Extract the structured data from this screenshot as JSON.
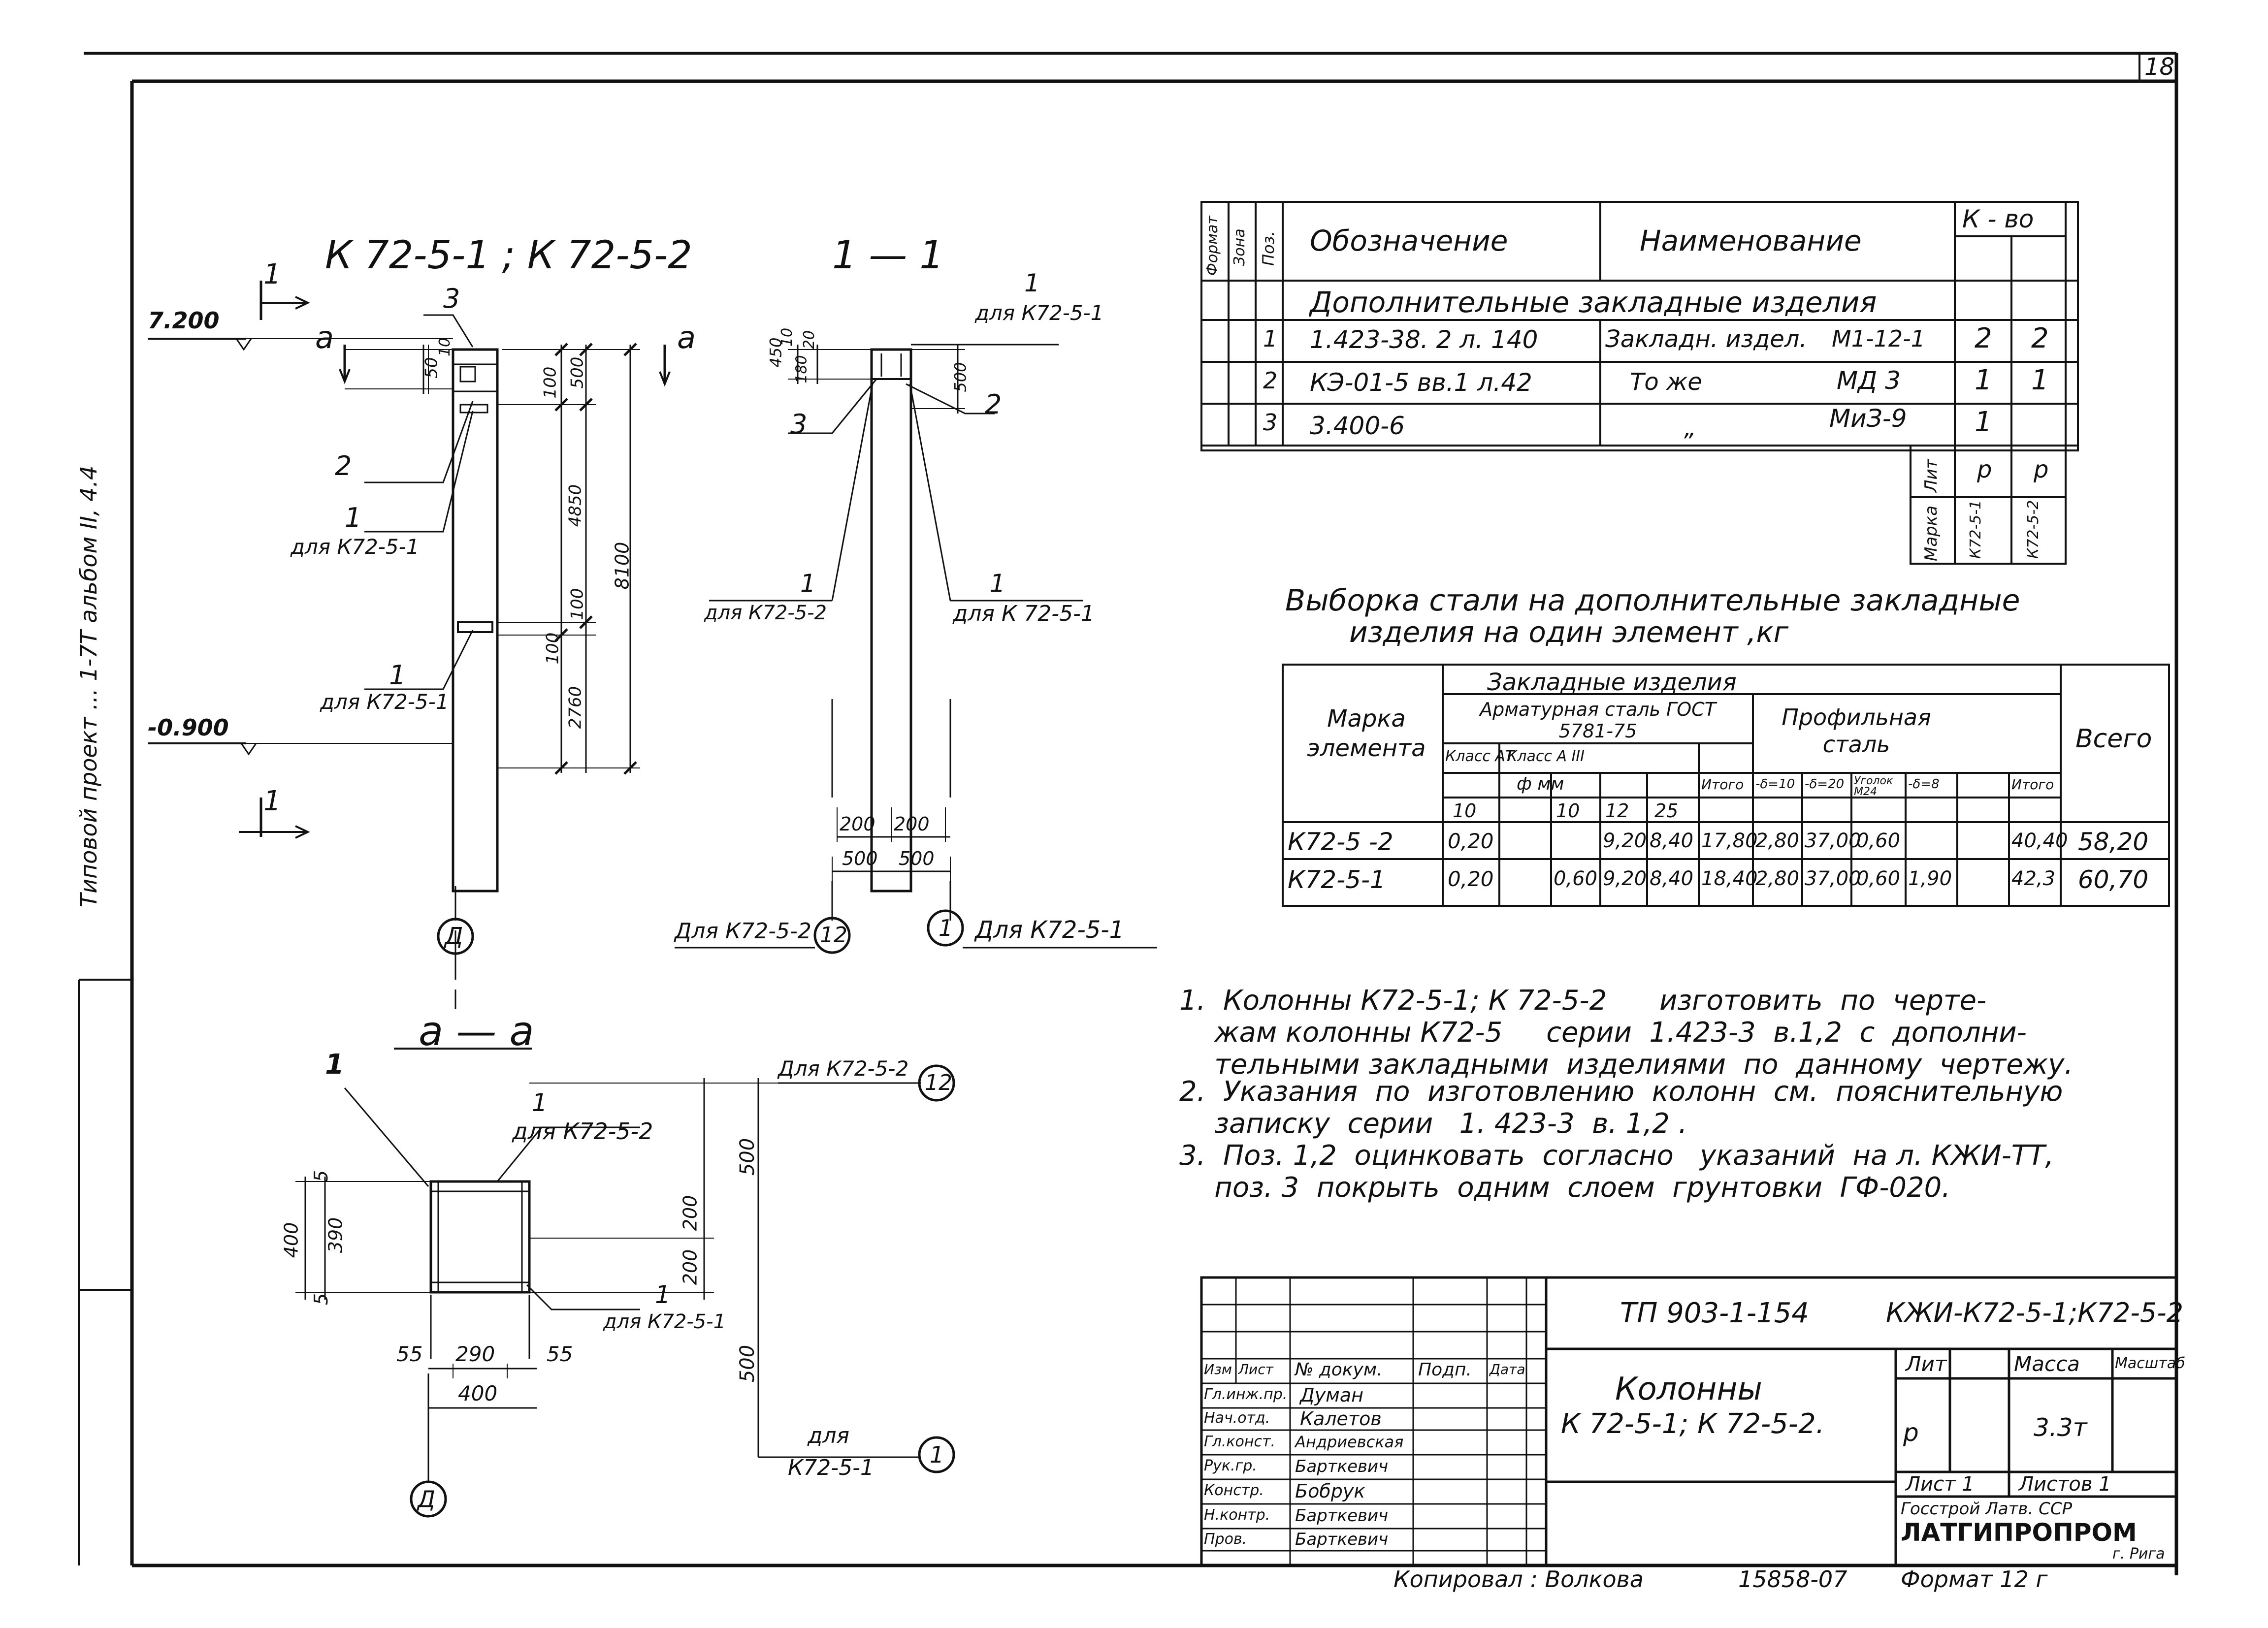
{
  "sheet_number": "18",
  "side_note": "Типовой проект ... 1-7Т  альбом II, 4.4",
  "drawing": {
    "title_main": "К 72-5-1 ;  К 72-5-2",
    "level_top": "7.200",
    "level_bottom": "-0.900",
    "section_label_a": "а",
    "dim_vertical": [
      "50",
      "10",
      "100",
      "500",
      "100",
      "4850",
      "8100",
      "100",
      "2760"
    ],
    "callouts": {
      "c3": "3",
      "c2": "2",
      "c1_top": "1",
      "c1_top_for": "для К72-5-1",
      "c1_low": "1",
      "c1_low_for": "для К72-5-1",
      "cut_mark": "1"
    },
    "axis": "Д"
  },
  "section_1_1": {
    "title": "1 — 1",
    "label_top_n": "1",
    "label_top_for": "для К72-5-1",
    "dims_top": [
      "450",
      "10",
      "180",
      "20",
      "500"
    ],
    "c3": "3",
    "c2": "2",
    "left_n": "1",
    "left_for": "для К72-5-2",
    "right_n": "1",
    "right_for": "для К 72-5-1",
    "dims_bottom_inner": [
      "200",
      "200"
    ],
    "dims_bottom_outer": [
      "500",
      "500"
    ],
    "axis_left_for": "Для К72-5-2",
    "axis_left": "12",
    "axis_right": "1",
    "axis_right_for": "Для К72-5-1"
  },
  "section_a_a": {
    "title": "а — а",
    "pos_mark": "1",
    "top_n": "1",
    "top_for": "для К72-5-2",
    "right_top_for": "Для К72-5-2",
    "axis_12": "12",
    "dims_left": [
      "5",
      "390",
      "400",
      "5"
    ],
    "dims_right": [
      "500",
      "200",
      "200",
      "500"
    ],
    "bottom_n": "1",
    "bottom_for": "для К72-5-1",
    "dims_bottom": [
      "55",
      "290",
      "55",
      "400"
    ],
    "axis_d": "Д",
    "axis_1_for_line1": "для",
    "axis_1_for_line2": "К72-5-1",
    "axis_1": "1"
  },
  "spec_table": {
    "headers": [
      "Формат",
      "Зона",
      "Поз.",
      "Обозначение",
      "Наименование",
      "К - во"
    ],
    "group_title": "Дополнительные закладные изделия",
    "rows": [
      {
        "pos": "1",
        "designation": "1.423-38. 2 л. 140",
        "name": "Закладн. издел.",
        "mark": "М1-12-1",
        "q1": "2",
        "q2": "2"
      },
      {
        "pos": "2",
        "designation": "КЭ-01-5 вв.1 л.42",
        "name": "То же",
        "mark": "МД 3",
        "q1": "1",
        "q2": "1"
      },
      {
        "pos": "3",
        "designation": "3.400-6",
        "name": "„",
        "mark": "МиЗ-9",
        "q1": "1",
        "q2": ""
      }
    ],
    "lit_label": "Лит",
    "lit_values": [
      "р",
      "р"
    ],
    "marka_label": "Марка",
    "marka_values": [
      "К72-5-1",
      "К72-5-2"
    ]
  },
  "steel_table": {
    "title_line1": "Выборка   стали  на  дополнительные  закладные",
    "title_line2": "изделия   на один  элемент ,кг",
    "col_mark": "Марка элемента",
    "col_embedded": "Закладные   изделия",
    "col_rebar": "Арматурная  сталь ГОСТ  5781-75",
    "col_class_at": "Класс АТ",
    "col_class_a3": "Класс А III",
    "col_phi": "ф мм",
    "col_total_rebar": "Итого",
    "col_profile": "Профильная сталь",
    "profile_sub": [
      "-δ=10",
      "-δ=20",
      "Уголок М24",
      "-δ=8"
    ],
    "col_total_profile": "Итого",
    "col_all": "Всего",
    "diameters": [
      "10",
      "10",
      "12",
      "25"
    ],
    "rows": [
      {
        "mark": "К72-5 -2",
        "vals": [
          "0,20",
          "",
          "",
          "9,20",
          "8,40",
          "17,80",
          "2,80",
          "37,00",
          "0,60",
          "",
          "",
          "40,40"
        ],
        "total": "58,20"
      },
      {
        "mark": "К72-5-1",
        "vals": [
          "0,20",
          "",
          "0,60",
          "9,20",
          "8,40",
          "18,40",
          "2,80",
          "37,00",
          "0,60",
          "1,90",
          "",
          "42,3"
        ],
        "total": "60,70"
      }
    ]
  },
  "notes": [
    "1.  Колонны К72-5-1; К 72-5-2      изготовить  по  черте-",
    "    жам колонны К72-5     серии  1.423-3  в.1,2  с  дополни-",
    "    тельными закладными  изделиями  по  данному  чертежу.",
    "2.  Указания  по  изготовлению  колонн  см.  пояснительную",
    "    записку  серии   1. 423-3  в. 1,2 .",
    "3.  Поз. 1,2  оцинковать  согласно   указаний  на л. КЖИ-ТТ,",
    "    поз. 3  покрыть  одним  слоем  грунтовки  ГФ-020."
  ],
  "title_block": {
    "project": "ТП 903-1-154",
    "code": "КЖИ-К72-5-1;К72-5-2",
    "name_line1": "Колонны",
    "name_line2": "К 72-5-1; К 72-5-2.",
    "head_cols": [
      "Изм",
      "Лист",
      "№ докум.",
      "Подп.",
      "Дата"
    ],
    "staff": [
      {
        "role": "Гл.инж.пр.",
        "name": "Думан"
      },
      {
        "role": "Нач.отд.",
        "name": "Калетов"
      },
      {
        "role": "Гл.конст.",
        "name": "Андриевская"
      },
      {
        "role": "Рук.гр.",
        "name": "Барткевич"
      },
      {
        "role": "Констр.",
        "name": "Бобрук"
      },
      {
        "role": "Н.контр.",
        "name": "Барткевич"
      },
      {
        "role": "Пров.",
        "name": "Барткевич"
      }
    ],
    "lit_label": "Лит",
    "mass_label": "Масса",
    "scale_label": "Масштаб",
    "lit_value": "р",
    "mass_value": "3.3т",
    "sheet_label": "Лист 1",
    "sheets_label": "Листов  1",
    "org1": "Госстрой  Латв. ССР",
    "org2": "ЛАТГИПРОПРОМ",
    "org3": "г. Рига"
  },
  "footer": {
    "copied": "Копировал : Волкова",
    "number": "15858-07",
    "format": "Формат 12 г"
  }
}
